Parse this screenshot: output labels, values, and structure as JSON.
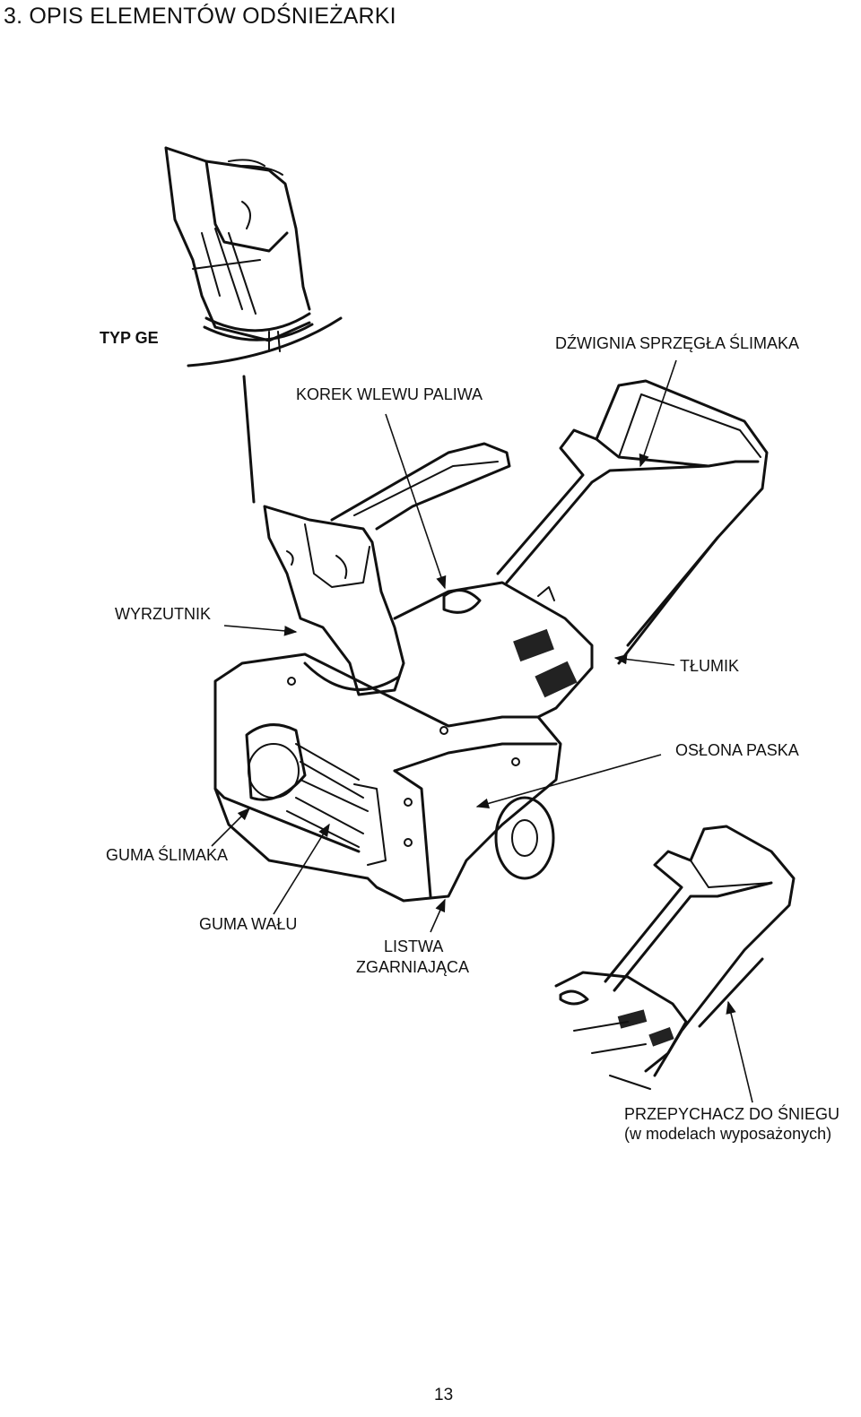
{
  "header": {
    "title": "3.   OPIS ELEMENTÓW ODŚNIEŻARKI"
  },
  "labels": {
    "typ_ge": "TYP GE",
    "dzwignia": "DŹWIGNIA SPRZĘGŁA ŚLIMAKA",
    "korek": "KOREK WLEWU PALIWA",
    "wyrzutnik": "WYRZUTNIK",
    "tlumik": "TŁUMIK",
    "oslona": "OSŁONA PASKA",
    "guma_slimaka": "GUMA ŚLIMAKA",
    "guma_walu": "GUMA WAŁU",
    "listwa_line1": "LISTWA",
    "listwa_line2": "ZGARNIAJĄCA",
    "przepychacz_line1": "PRZEPYCHACZ DO ŚNIEGU",
    "przepychacz_line2": "(w modelach wyposażonych)"
  },
  "footer": {
    "page_number": "13"
  }
}
